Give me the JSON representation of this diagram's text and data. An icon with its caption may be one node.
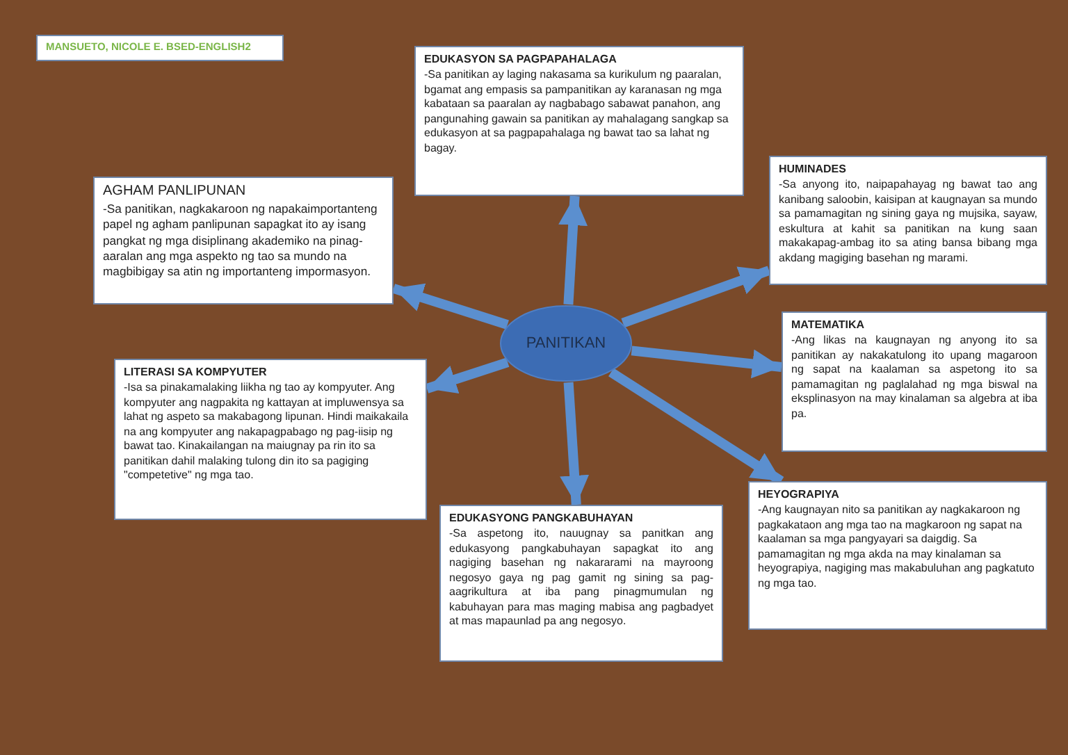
{
  "diagram": {
    "nodes": [
      {
        "text": [
          "MANSUETO, NICOLE E. BSED-ENGLISH2"
        ]
      },
      {
        "text": [
          "EDUKASYON SA PAGPAPAHALAGA",
          "-Sa panitikan ay laging nakasama sa kurikulum ng paaralan, bgamat ang empasis sa pampanitikan ay karanasan ng mga kabataan sa paaralan ay nagbabago sabawat panahon, ang pangunahing gawain sa panitikan ay mahalagang sangkap sa edukasyon at sa pagpapahalaga ng bawat tao sa lahat ng bagay."
        ]
      },
      {
        "text": [
          "HUMINADES",
          "-Sa anyong ito, naipapahayag ng bawat tao ang kanibang saloobin, kaisipan at kaugnayan sa mundo sa pamamagitan ng sining gaya ng mujsika, sayaw, eskultura at kahit sa panitikan na kung saan makakapag-ambag ito sa ating bansa bibang mga akdang magiging basehan ng marami."
        ]
      },
      {
        "text": [
          "AGHAM PANLIPUNAN",
          "-Sa panitikan, nagkakaroon ng napakaimportanteng papel ng agham panlipunan sapagkat ito ay isang pangkat ng mga disiplinang akademiko na pinag-aaralan ang mga aspekto ng tao sa mundo na magbibigay sa atin ng importanteng impormasyon."
        ]
      },
      {
        "text": [
          "PANITIKAN"
        ]
      },
      {
        "text": [
          "MATEMATIKA",
          "-Ang likas na kaugnayan ng anyong ito sa panitikan ay nakakatulong ito upang magaroon ng sapat na kaalaman sa aspetong ito sa pamamagitan ng paglalahad ng mga biswal na eksplinasyon na may kinalaman sa algebra at iba pa."
        ]
      },
      {
        "text": [
          "LITERASI SA KOMPYUTER",
          "-Isa sa pinakamalaking liikha ng tao ay kompyuter. Ang kompyuter ang nagpakita ng kattayan at impluwensya sa lahat ng aspeto sa makabagong lipunan. Hindi maikakaila na ang kompyuter ang nakapagpabago ng pag-iisip ng bawat tao. Kinakailangan na maiugnay pa rin ito sa panitikan dahil malaking tulong din ito sa pagiging \"competetive\" ng mga tao."
        ]
      },
      {
        "text": [
          "HEYOGRAPIYA",
          "-Ang kaugnayan nito sa panitikan ay nagkakaroon ng pagkakataon ang mga tao na magkaroon ng sapat na kaalaman sa mga pangyayari sa daigdig. Sa pamamagitan ng mga akda na may kinalaman sa heyograpiya, nagiging mas makabuluhan ang pagkatuto ng mga tao."
        ]
      },
      {
        "text": [
          "EDUKASYONG PANGKABUHAYAN",
          "-Sa aspetong ito, nauugnay sa panitkan ang edukasyong pangkabuhayan sapagkat ito ang nagiging basehan ng nakararami na mayroong negosyo gaya ng pag gamit ng sining sa pag-aagrikultura at iba pang pinagmumulan ng kabuhayan para mas maging mabisa ang pagbadyet at mas mapaunlad pa ang negosyo."
        ]
      }
    ],
    "edges": [
      {
        "from": 4,
        "to": 1,
        "arrow": "to"
      },
      {
        "from": 4,
        "to": 2,
        "arrow": "to"
      },
      {
        "from": 4,
        "to": 3,
        "arrow": "to"
      },
      {
        "from": 4,
        "to": 5,
        "arrow": "to"
      },
      {
        "from": 4,
        "to": 6,
        "arrow": "to"
      },
      {
        "from": 4,
        "to": 7,
        "arrow": "to"
      },
      {
        "from": 4,
        "to": 8,
        "arrow": "to"
      }
    ]
  }
}
